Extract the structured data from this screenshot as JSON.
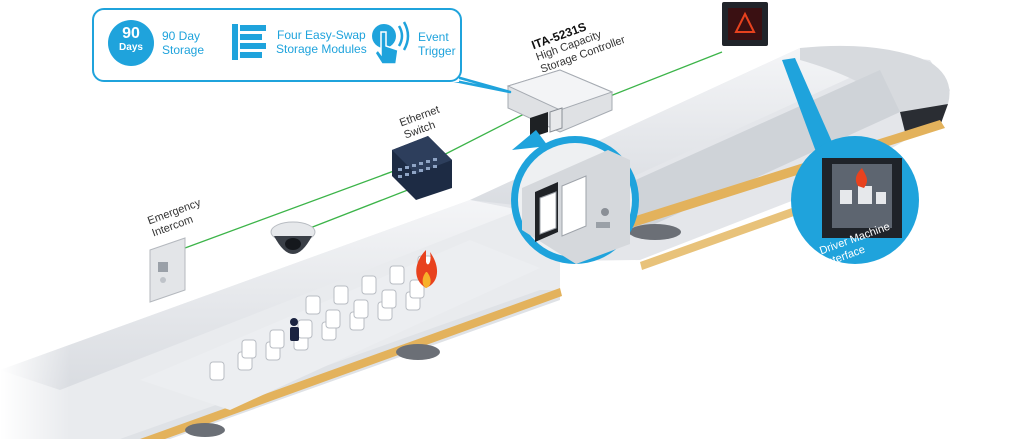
{
  "callout": {
    "storage_badge": {
      "number": "90",
      "unit": "Days"
    },
    "storage_label": [
      "90 Day",
      "Storage"
    ],
    "modules_label": [
      "Four Easy-Swap",
      "Storage Modules"
    ],
    "event_label": [
      "Event",
      "Trigger"
    ]
  },
  "controller": {
    "model": "ITA-5231S",
    "desc_line1": "High Capacity",
    "desc_line2": "Storage Controller"
  },
  "switch": {
    "line1": "Ethernet",
    "line2": "Switch"
  },
  "intercom": {
    "line1": "Emergency",
    "line2": "Intercom"
  },
  "dmi": {
    "line1": "Driver Machine",
    "line2": "Interface"
  },
  "colors": {
    "accent": "#1fa3dc",
    "connector": "#3cb449",
    "fire": "#e8421e",
    "train_body": "#e9ebee",
    "train_stripe": "#e3b25c"
  }
}
